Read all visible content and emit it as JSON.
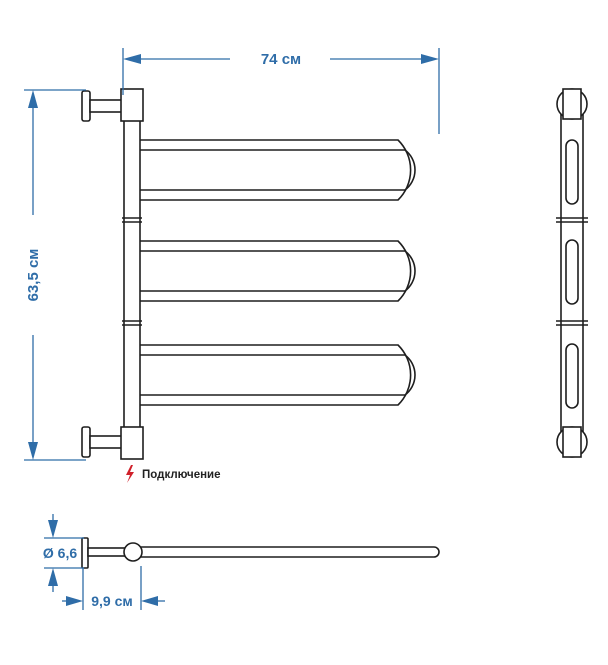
{
  "dimensions": {
    "width_label": "74 см",
    "height_label": "63,5 см",
    "diameter_label": "Ø 6,6",
    "offset_label": "9,9 см"
  },
  "connection": {
    "label": "Подключение",
    "icon": "lightning-icon"
  },
  "colors": {
    "dimension": "#2f6da8",
    "outline": "#1e1e1e",
    "connection_icon": "#d0202a"
  }
}
